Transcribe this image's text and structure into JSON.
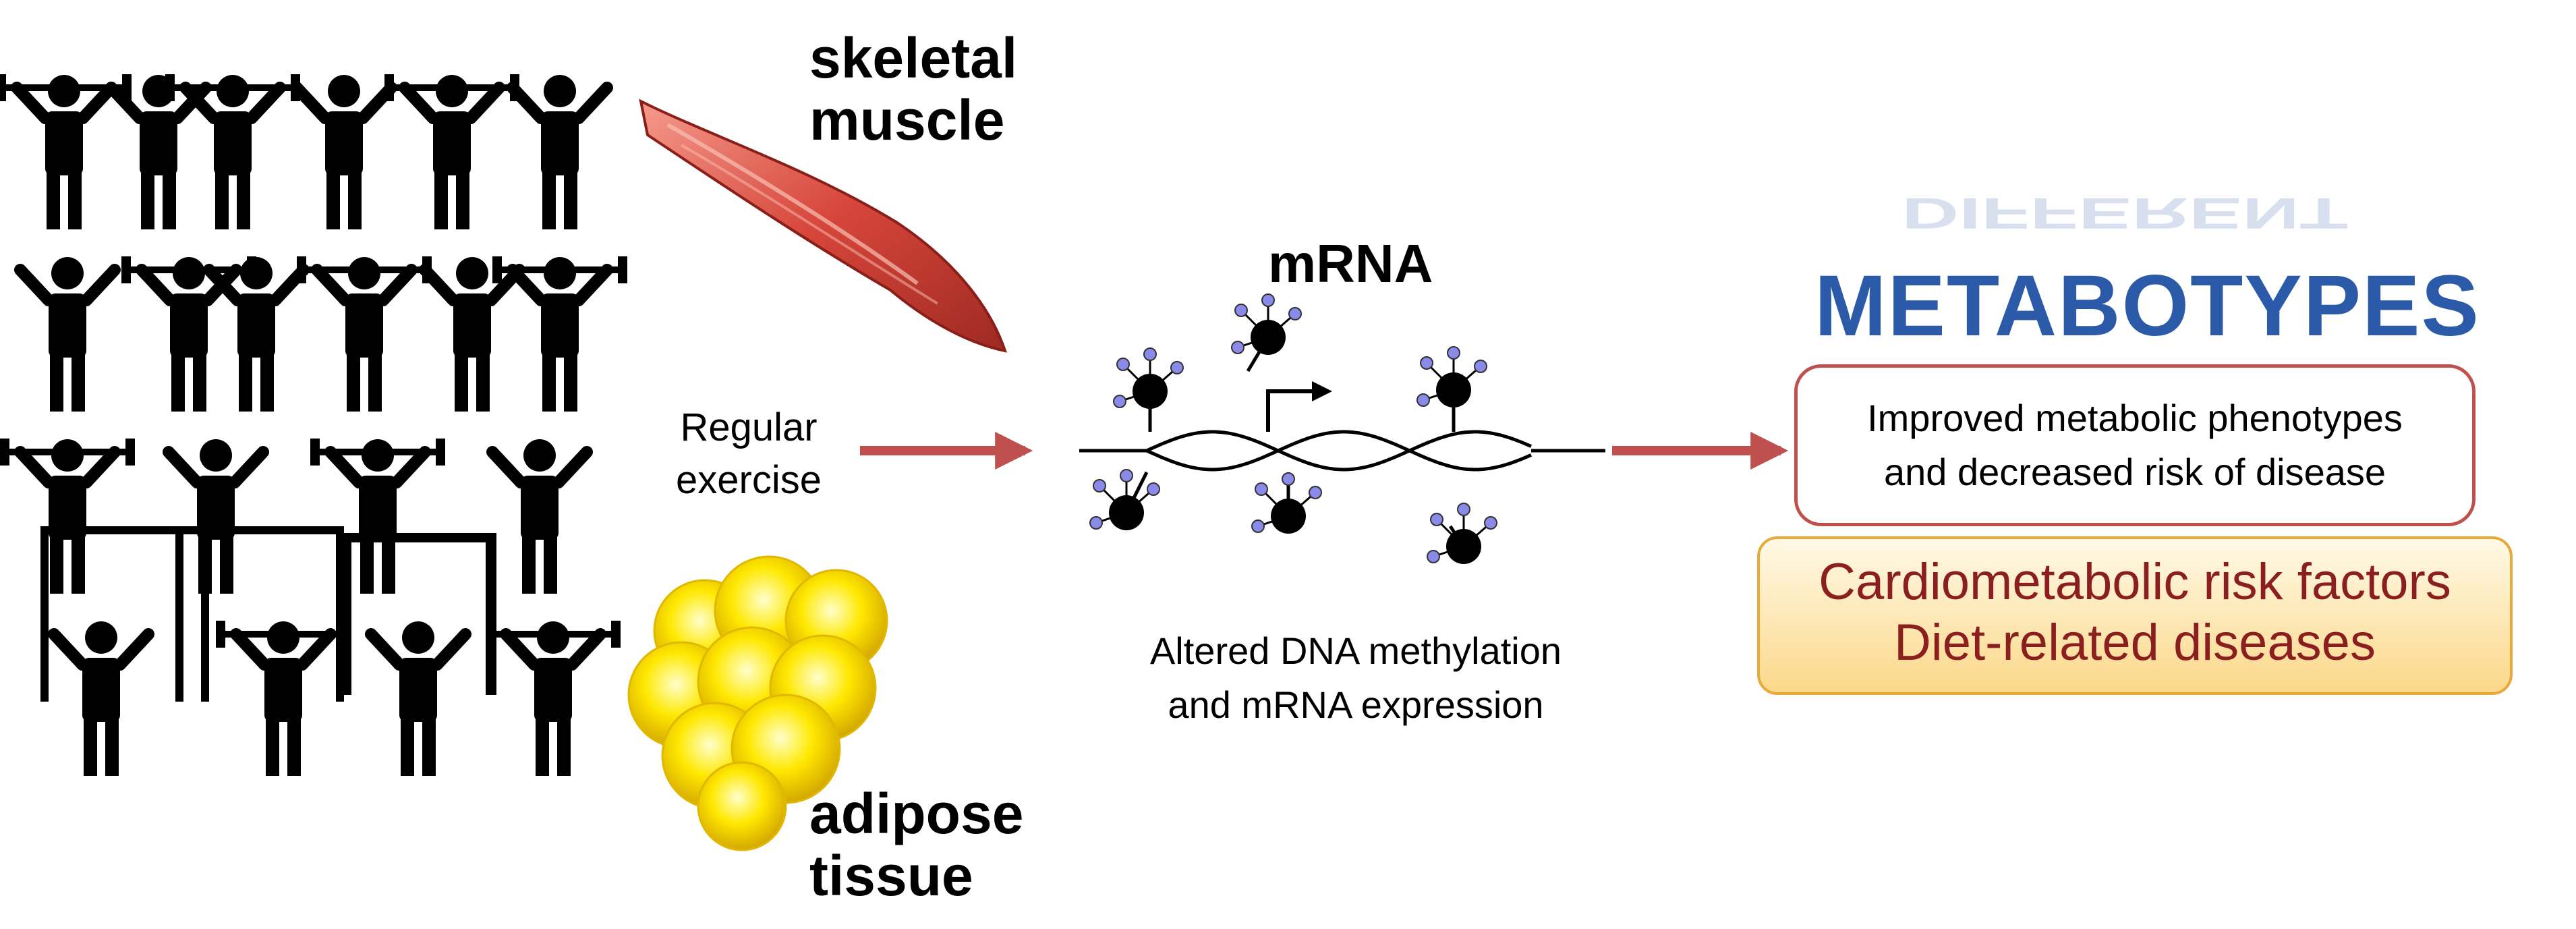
{
  "labels": {
    "skeletal_muscle": [
      "skeletal",
      "muscle"
    ],
    "adipose_tissue": [
      "adipose",
      "tissue"
    ],
    "regular_exercise": [
      "Regular",
      "exercise"
    ],
    "mrna": "mRNA",
    "dna_caption": [
      "Altered DNA methylation",
      "and mRNA expression"
    ],
    "metabotypes_reflection": "DIFFERENT",
    "metabotypes": "METABOTYPES",
    "phenotypes": [
      "Improved metabolic phenotypes",
      "and decreased risk of disease"
    ],
    "risk": [
      "Cardiometabolic risk factors",
      "Diet-related diseases"
    ]
  },
  "colors": {
    "arrow": "#c0504d",
    "muscle": "#d6453a",
    "fat": "#f2d400",
    "metabotypes": "#2b5aa8",
    "risk_text": "#8b1f1f",
    "risk_border": "#e6a93a",
    "methyl_group": "#8a8ae8"
  },
  "icons": [
    "exercise-figure-icon",
    "skeletal-muscle-icon",
    "adipose-cell-icon",
    "dna-helix-icon",
    "methyl-group-icon",
    "transcription-arrow-icon"
  ]
}
